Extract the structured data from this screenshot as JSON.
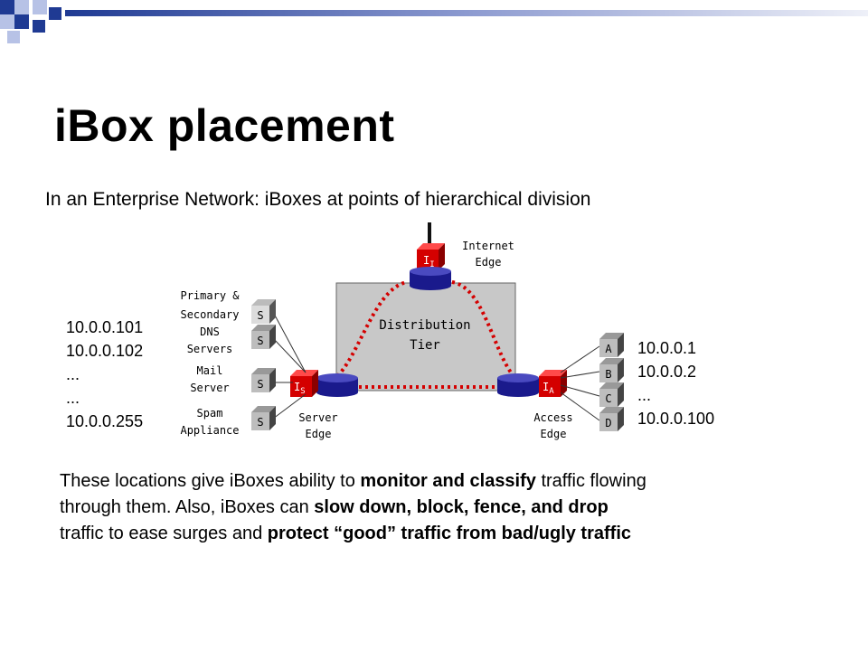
{
  "title": "iBox placement",
  "subtitle": "In an Enterprise Network: iBoxes at points of hierarchical division",
  "diagram": {
    "core_label_line1": "Distribution",
    "core_label_line2": "Tier",
    "internet_edge_line1": "Internet",
    "internet_edge_line2": "Edge",
    "server_edge_line1": "Server",
    "server_edge_line2": "Edge",
    "access_edge_line1": "Access",
    "access_edge_line2": "Edge",
    "ibox_internet": "I",
    "ibox_internet_sub": "I",
    "ibox_server": "I",
    "ibox_server_sub": "S",
    "ibox_access": "I",
    "ibox_access_sub": "A",
    "servers": [
      {
        "letter": "S",
        "group": "dns"
      },
      {
        "letter": "S",
        "group": "dns"
      },
      {
        "letter": "S",
        "group": "mail"
      },
      {
        "letter": "S",
        "group": "spam"
      }
    ],
    "server_labels": {
      "dns": [
        "Primary &",
        "Secondary",
        "DNS",
        "Servers"
      ],
      "mail": [
        "Mail",
        "Server"
      ],
      "spam": [
        "Spam",
        "Appliance"
      ]
    },
    "hosts": [
      "A",
      "B",
      "C",
      "D"
    ],
    "left_ips": [
      "10.0.0.101",
      "10.0.0.102",
      "...",
      "...",
      "10.0.0.255"
    ],
    "right_ips": [
      "10.0.0.1",
      "10.0.0.2",
      "...",
      "10.0.0.100"
    ]
  },
  "body": {
    "p1": "These locations give iBoxes ability to ",
    "b1": "monitor and classify",
    "p2": " traffic flowing through them.  Also, iBoxes can ",
    "b2": "slow down, block, fence, and drop",
    "p3": " traffic to ease surges and ",
    "b3": "protect “good” traffic from bad/ugly traffic"
  },
  "colors": {
    "accent_blue": "#1f3a93",
    "deco_light": "#b7c2e6",
    "ibox_red": "#d40000",
    "router_blue": "#1a1a8c",
    "core_gray": "#c8c8c8",
    "dotted_red": "#d40000"
  }
}
